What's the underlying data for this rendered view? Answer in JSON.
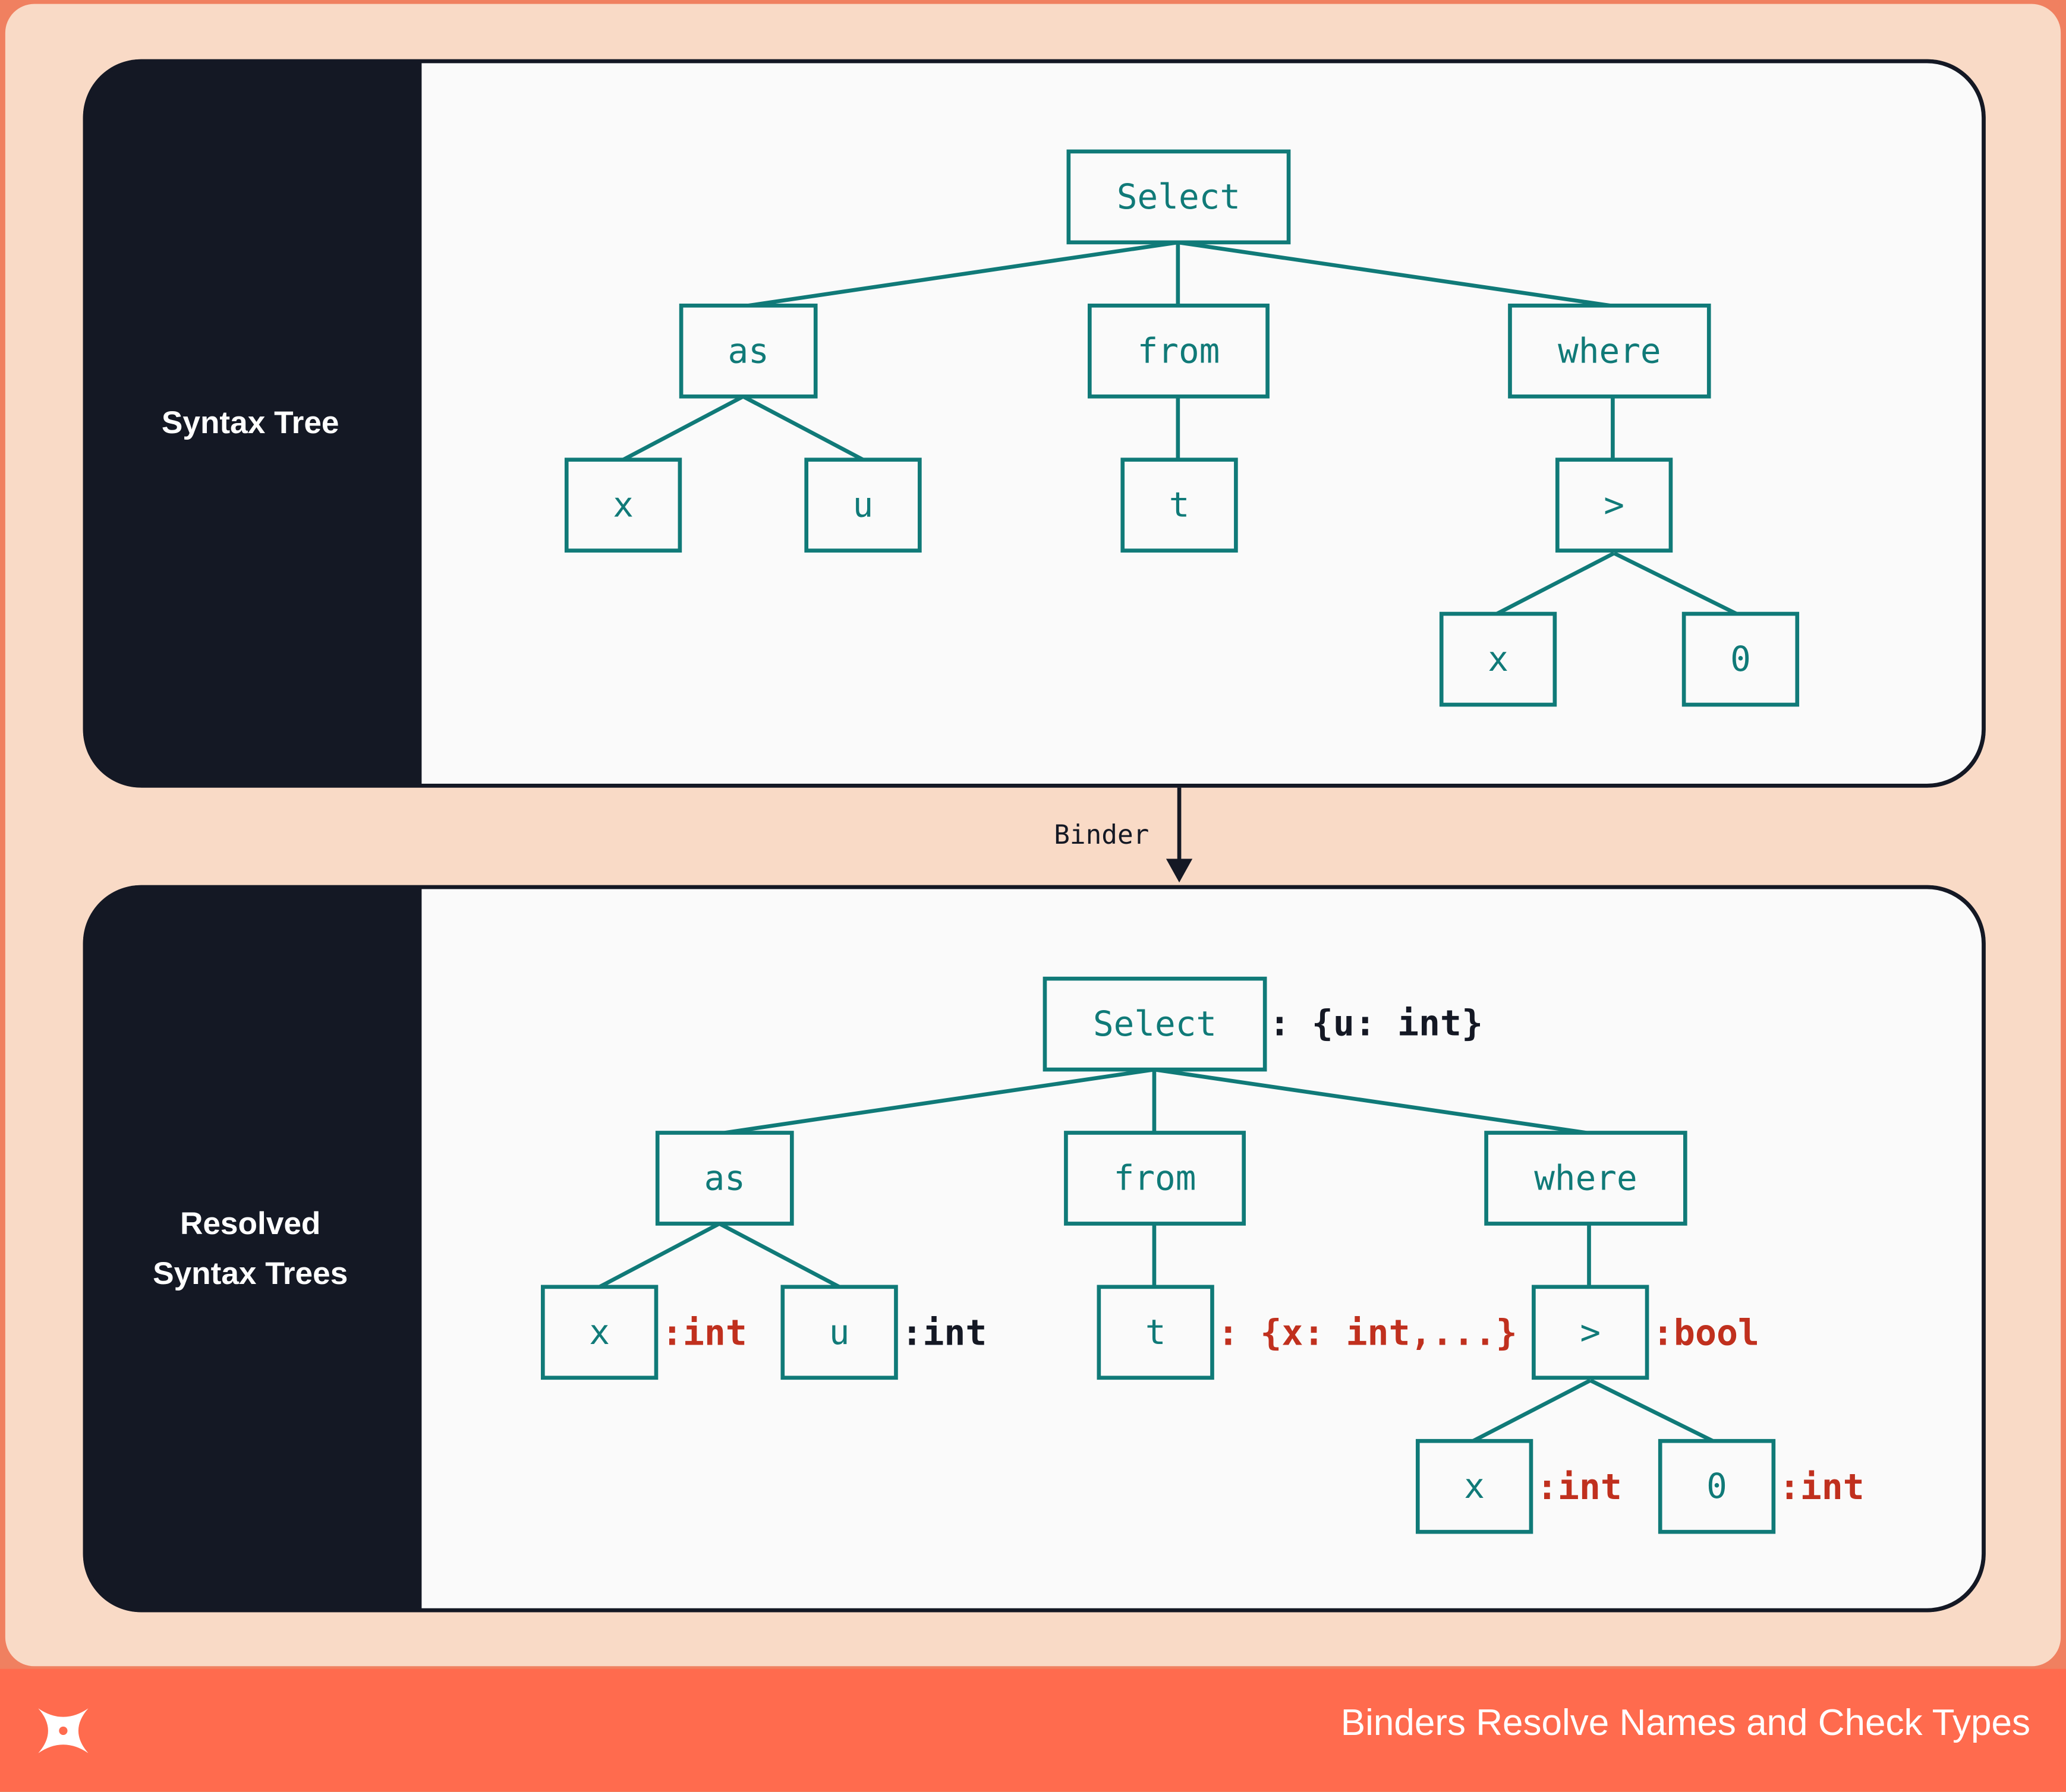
{
  "footer": {
    "title": "Binders Resolve Names and Check Types",
    "logo": "x-logo-icon"
  },
  "panels": [
    {
      "id": "syntax",
      "label_lines": [
        "Syntax Tree"
      ]
    },
    {
      "id": "resolved",
      "label_lines": [
        "Resolved",
        "Syntax Trees"
      ]
    }
  ],
  "arrow": {
    "label": "Binder"
  },
  "syntax_tree": {
    "nodes": {
      "select": "Select",
      "as": "as",
      "from": "from",
      "where": "where",
      "x": "x",
      "u": "u",
      "t": "t",
      "gt": ">",
      "x2": "x",
      "zero": "0"
    }
  },
  "resolved_tree": {
    "nodes": {
      "select": "Select",
      "as": "as",
      "from": "from",
      "where": "where",
      "x": "x",
      "u": "u",
      "t": "t",
      "gt": ">",
      "x2": "x",
      "zero": "0"
    },
    "annotations": {
      "select": ": {u: int}",
      "x": ":int",
      "u": ":int",
      "t": ": {x: int,...}",
      "gt": ":bool",
      "x2": ":int",
      "zero": ":int"
    }
  },
  "colors": {
    "background": "#f9dac6",
    "border": "#f08060",
    "footer": "#ff6b4e",
    "panel_dark": "#141824",
    "panel_light": "#fafafa",
    "node": "#107a78",
    "annotation_red": "#c0301e",
    "annotation_black": "#141824"
  }
}
